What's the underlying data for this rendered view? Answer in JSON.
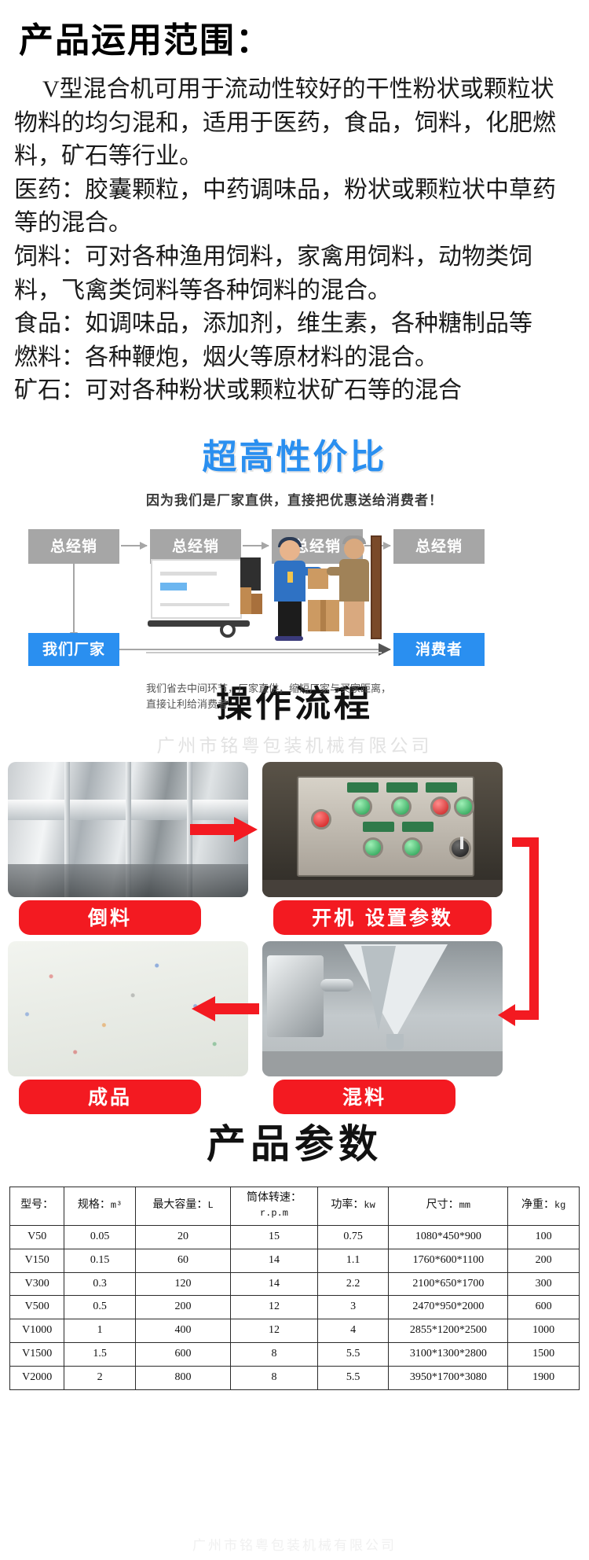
{
  "scope": {
    "title": "产品运用范围：",
    "paragraphs": [
      "V型混合机可用于流动性较好的干性粉状或颗粒状物料的均匀混和，适用于医药，食品，饲料，化肥燃料，矿石等行业。",
      "医药：胶囊颗粒，中药调味品，粉状或颗粒状中草药等的混合。",
      "饲料：可对各种渔用饲料，家禽用饲料，动物类饲料，飞禽类饲料等各种饲料的混合。",
      "食品：如调味品，添加剂，维生素，各种糖制品等",
      "燃料：各种鞭炮，烟火等原材料的混合。",
      "矿石：可对各种粉状或颗粒状矿石等的混合"
    ]
  },
  "promo": {
    "headline": "超高性价比",
    "subline": "因为我们是厂家直供，直接把优惠送给消费者！",
    "chain_nodes": [
      "总经销",
      "总经销",
      "总经销",
      "总经销"
    ],
    "factory_label": "我们厂家",
    "consumer_label": "消费者",
    "caption": "我们省去中间环节，厂家直供，缩短厂家与买家距离，直接让利给消费者",
    "accent_blue": "#2a8ff0",
    "node_gray": "#a6a6a6"
  },
  "process": {
    "title": "操作流程",
    "watermark": "广州市铭粤包装机械有限公司",
    "steps": [
      {
        "label": "倒料",
        "photo": "hopper-pouring-photo"
      },
      {
        "label": "开机  设置参数",
        "photo": "control-panel-photo"
      },
      {
        "label": "混料",
        "photo": "v-mixer-photo"
      },
      {
        "label": "成品",
        "photo": "finished-powder-photo"
      }
    ],
    "label_color": "#f31a21"
  },
  "params": {
    "title": "产品参数",
    "headers": [
      "型号：",
      "规格：m³",
      "最大容量：L",
      "筒体转速：\nr.p.m",
      "功率：kw",
      "尺寸：mm",
      "净重：kg"
    ],
    "header_cells": [
      {
        "name": "型号：",
        "unit": ""
      },
      {
        "name": "规格：",
        "unit": "m³"
      },
      {
        "name": "最大容量：",
        "unit": "L"
      },
      {
        "name": "筒体转速：",
        "unit": "r.p.m"
      },
      {
        "name": "功率：",
        "unit": "kw"
      },
      {
        "name": "尺寸：",
        "unit": "mm"
      },
      {
        "name": "净重：",
        "unit": "kg"
      }
    ],
    "rows": [
      [
        "V50",
        "0.05",
        "20",
        "15",
        "0.75",
        "1080*450*900",
        "100"
      ],
      [
        "V150",
        "0.15",
        "60",
        "14",
        "1.1",
        "1760*600*1100",
        "200"
      ],
      [
        "V300",
        "0.3",
        "120",
        "14",
        "2.2",
        "2100*650*1700",
        "300"
      ],
      [
        "V500",
        "0.5",
        "200",
        "12",
        "3",
        "2470*950*2000",
        "600"
      ],
      [
        "V1000",
        "1",
        "400",
        "12",
        "4",
        "2855*1200*2500",
        "1000"
      ],
      [
        "V1500",
        "1.5",
        "600",
        "8",
        "5.5",
        "3100*1300*2800",
        "1500"
      ],
      [
        "V2000",
        "2",
        "800",
        "8",
        "5.5",
        "3950*1700*3080",
        "1900"
      ]
    ]
  },
  "footer_watermark": "广州市铭粤包装机械有限公司"
}
